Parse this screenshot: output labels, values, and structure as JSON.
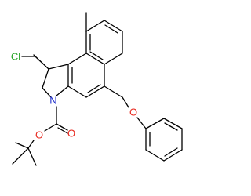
{
  "molecule": {
    "atom_labels": {
      "chlorine": "Cl",
      "ether_oxygen": "O",
      "nitrogen": "N",
      "carbonyl_oxygen": "O",
      "ester_oxygen": "O"
    },
    "colors": {
      "bond": "#000000",
      "chlorine": "#1fa01f",
      "oxygen": "#e8281e",
      "nitrogen": "#1f2ecc"
    }
  }
}
